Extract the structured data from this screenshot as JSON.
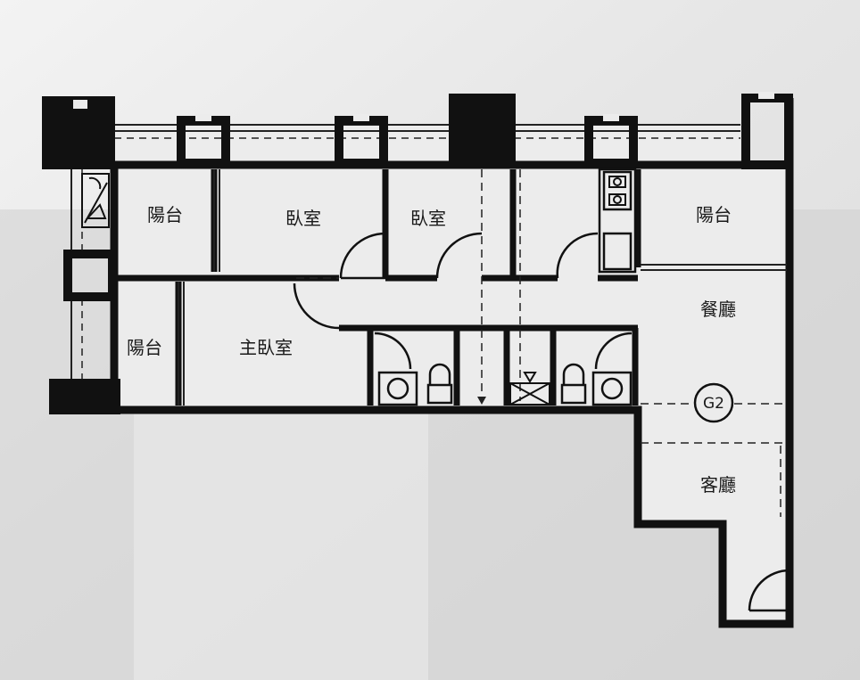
{
  "plan": {
    "rooms": {
      "balcony_left_top": "陽台",
      "bedroom_1": "臥室",
      "bedroom_2": "臥室",
      "balcony_right": "陽台",
      "balcony_left_bottom": "陽台",
      "master_bedroom": "主臥室",
      "dining_room": "餐廳",
      "living_room": "客廳"
    },
    "unit_tag": "G2"
  }
}
